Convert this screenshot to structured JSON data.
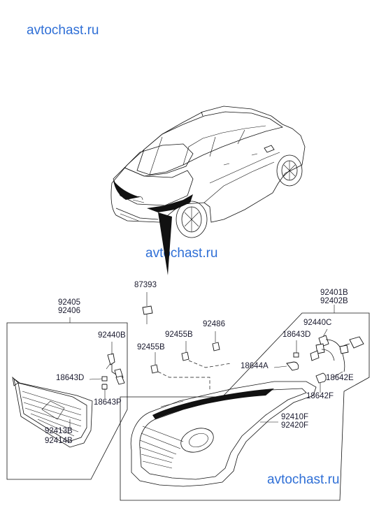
{
  "watermarks": {
    "top": "avtochast.ru",
    "middle": "avtochast.ru",
    "bottom": "avtochast.ru"
  },
  "labels": {
    "p87393": "87393",
    "p92405": "92405",
    "p92406": "92406",
    "p92440B": "92440B",
    "p92455B_left": "92455B",
    "p92455B_right": "92455B",
    "p92486": "92486",
    "p92401B": "92401B",
    "p92402B": "92402B",
    "p92440C": "92440C",
    "p18643D_left": "18643D",
    "p18643P": "18643P",
    "p18643D_right": "18643D",
    "p18644A": "18644A",
    "p18642E": "18642E",
    "p18642F": "18642F",
    "p92410F": "92410F",
    "p92420F": "92420F",
    "p92413B": "92413B",
    "p92414B": "92414B"
  },
  "colors": {
    "watermark": "#2f6fd6",
    "line": "#111111",
    "label": "#1a1a2e"
  }
}
